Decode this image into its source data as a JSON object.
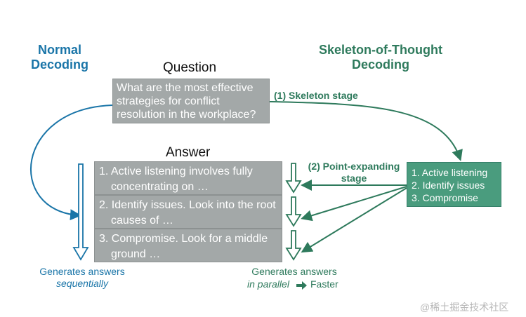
{
  "normal_title": [
    "Normal",
    "Decoding"
  ],
  "sot_title": [
    "Skeleton-of-Thought",
    "Decoding"
  ],
  "question": {
    "heading": "Question",
    "text": "What are the most effective strategies for conflict resolution in the workplace?"
  },
  "answer": {
    "heading": "Answer",
    "items": [
      {
        "line1": "1. Active listening involves fully",
        "line2": "concentrating on …"
      },
      {
        "line1": "2. Identify issues. Look into the root",
        "line2": "causes of …"
      },
      {
        "line1": "3. Compromise. Look for a middle",
        "line2": "ground …"
      }
    ]
  },
  "stages": {
    "skeleton": "(1) Skeleton stage",
    "point_expanding": [
      "(2) Point-expanding",
      "stage"
    ]
  },
  "skeleton_points": [
    "1. Active listening",
    "2. Identify issues",
    "3. Compromise"
  ],
  "footer_left": {
    "line1": "Generates answers",
    "line2": "sequentially"
  },
  "footer_right": {
    "line1": "Generates answers",
    "line2_italic": "in parallel",
    "line2_rest": "Faster"
  },
  "watermark": "@稀土掘金技术社区",
  "colors": {
    "blue": "#1a75a8",
    "green": "#2e7a5c",
    "box_gray": "#a3a8a8",
    "skeleton_green": "#4a9c7e"
  }
}
